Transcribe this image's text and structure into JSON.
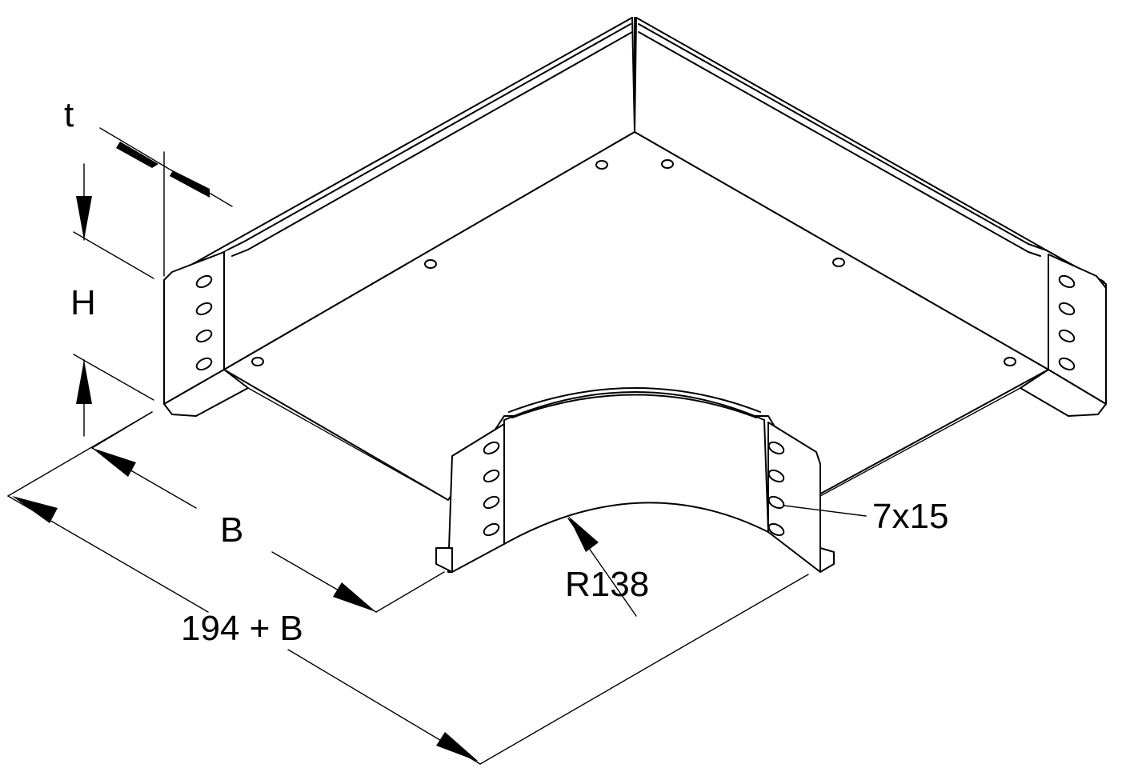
{
  "labels": {
    "t": "t",
    "h": "H",
    "b": "B",
    "total": "194 + B",
    "radius": "R138",
    "slot": "7x15"
  }
}
